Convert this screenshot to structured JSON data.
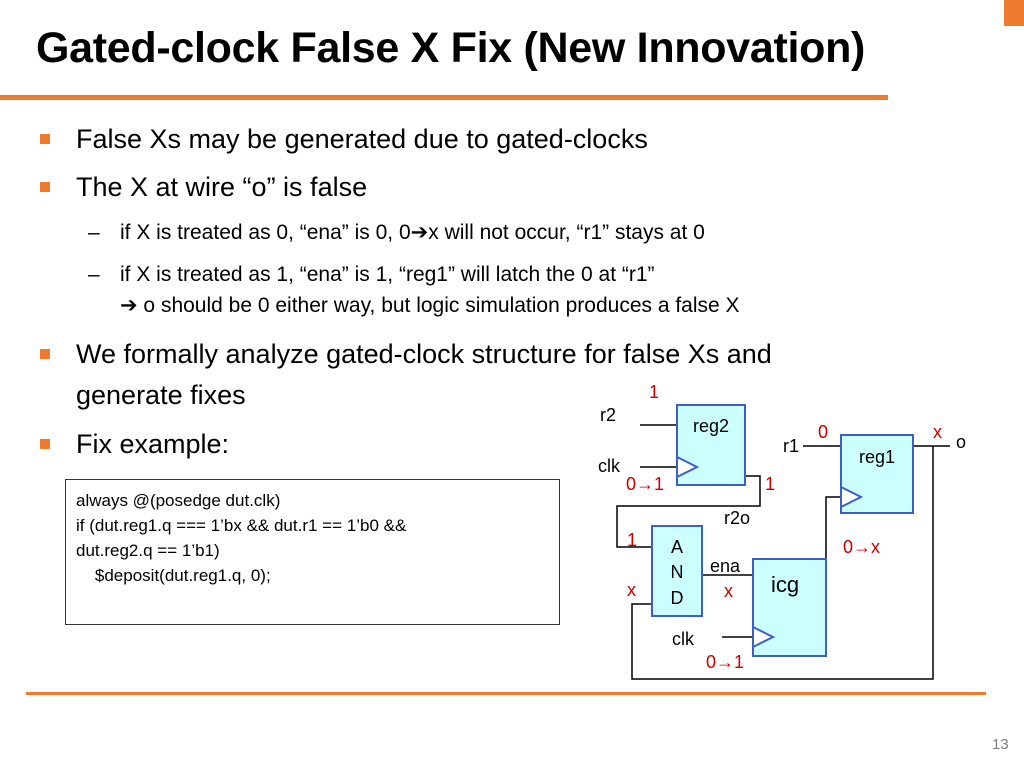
{
  "slide": {
    "title": "Gated-clock False X Fix (New Innovation)",
    "page_number": "13",
    "accent_color": "#ee7a2e"
  },
  "bullets": [
    "False Xs may be generated due to gated-clocks",
    "The X at wire “o” is false",
    "We formally analyze gated-clock structure for false Xs and",
    "generate fixes",
    "Fix example:"
  ],
  "sub_bullets": [
    "if X is treated as 0, “ena” is 0, 0➔x will not occur, “r1” stays at 0",
    "if X is treated as 1, “ena” is 1, “reg1” will latch the 0 at “r1”",
    "➔ o should be 0 either way, but logic simulation produces a false X"
  ],
  "sub_bullet_marker": "–",
  "code": [
    "always @(posedge dut.clk)",
    "if (dut.reg1.q === 1’bx && dut.r1 == 1’b0 &&",
    "dut.reg2.q == 1’b1)",
    "    $deposit(dut.reg1.q, 0);"
  ],
  "diagram": {
    "blocks": {
      "reg2": "reg2",
      "reg1": "reg1",
      "and_a": "A",
      "and_n": "N",
      "and_d": "D",
      "icg": "icg"
    },
    "signals": {
      "r2": "r2",
      "clk_reg2": "clk",
      "r1": "r1",
      "o": "o",
      "r2o": "r2o",
      "ena": "ena",
      "clk_icg": "clk"
    },
    "values": {
      "r2_val": "1",
      "clk_reg2_val": "0→1",
      "r2o_val": "1",
      "r1_val": "0",
      "o_val": "x",
      "and_in_top": "1",
      "and_in_bottom": "x",
      "ena_val": "x",
      "reg1_clk_val": "0→x",
      "clk_icg_val": "0→1"
    },
    "value_color": "#cc0000",
    "block_fill": "#ccffff",
    "block_border": "#3a5fcd"
  }
}
